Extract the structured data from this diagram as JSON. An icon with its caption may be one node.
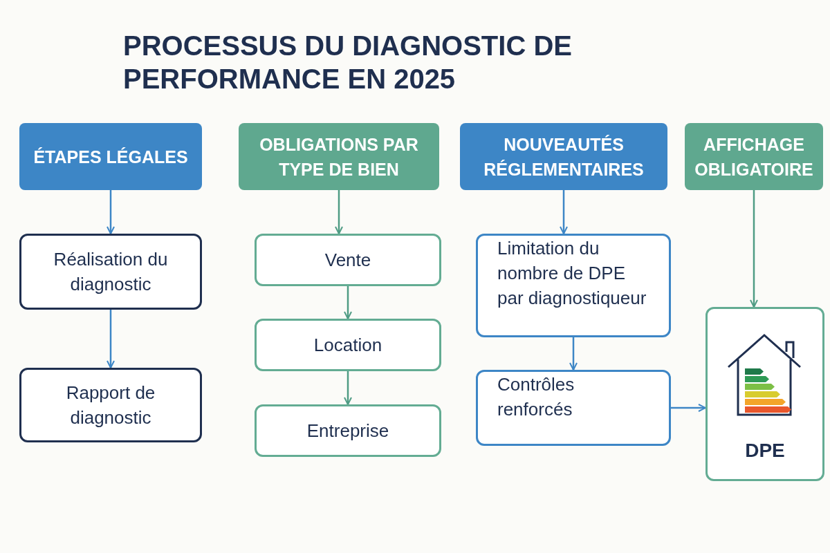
{
  "diagram": {
    "title": "PROCESSUS DU DIAGNOSTIC DE PERFORMANCE EN 2025",
    "nodes": [
      {
        "text": [
          "ÉTAPES LÉGALES"
        ]
      },
      {
        "text": [
          "Réalisation du diagnostic"
        ]
      },
      {
        "text": [
          "Rapport de diagnostic"
        ]
      },
      {
        "text": [
          "OBLIGATIONS PAR TYPE DE BIEN"
        ]
      },
      {
        "text": [
          "Vente"
        ]
      },
      {
        "text": [
          "Location"
        ]
      },
      {
        "text": [
          "Entreprise"
        ]
      },
      {
        "text": [
          "NOUVEAUTÉS RÉGLEMENTAIRES"
        ]
      },
      {
        "text": [
          "Limitation du nombre de DPE par diagnostiqueur"
        ]
      },
      {
        "text": [
          "Contrôles renforcés"
        ]
      },
      {
        "text": [
          "AFFICHAGE OBLIGATOIRE"
        ]
      },
      {
        "text": [
          "DPE"
        ]
      }
    ],
    "edges": [
      {
        "from": 0,
        "to": 1,
        "arrow": "to"
      },
      {
        "from": 1,
        "to": 2,
        "arrow": "to"
      },
      {
        "from": 3,
        "to": 4,
        "arrow": "to",
        "color": "#4f9c84"
      },
      {
        "from": 4,
        "to": 5,
        "arrow": "to",
        "color": "#4f9c84"
      },
      {
        "from": 5,
        "to": 6,
        "arrow": "to",
        "color": "#4f9c84"
      },
      {
        "from": 7,
        "to": 8,
        "arrow": "to"
      },
      {
        "from": 8,
        "to": 9,
        "arrow": "to"
      },
      {
        "from": 10,
        "to": 11,
        "arrow": "to",
        "color": "#4f9c84"
      },
      {
        "from": 9,
        "to": 11,
        "arrow": "to"
      }
    ]
  }
}
